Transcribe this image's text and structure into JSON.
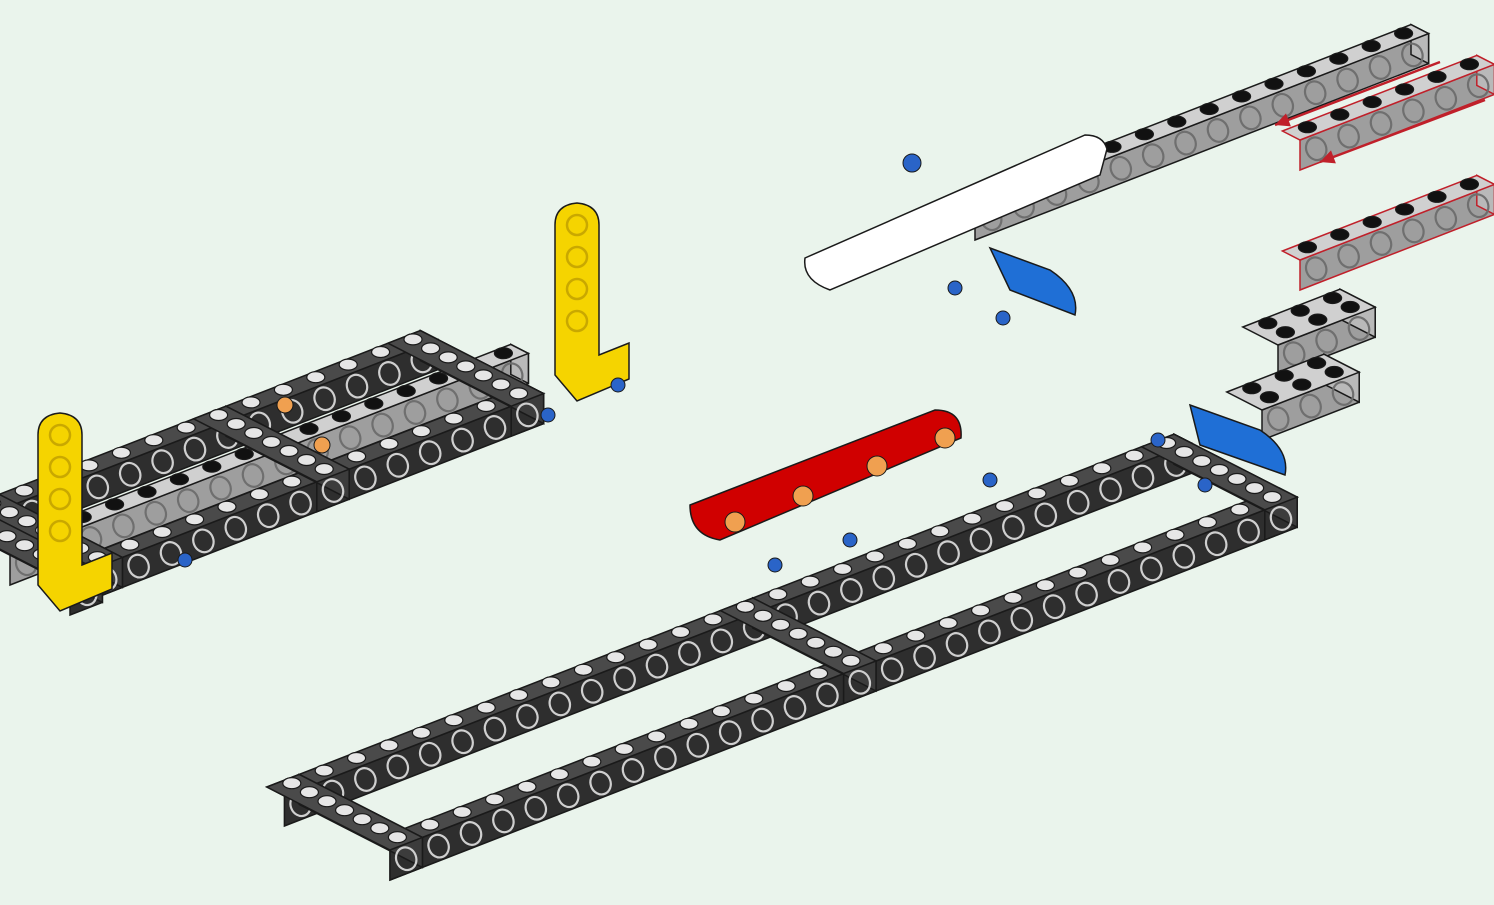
{
  "colors": {
    "background": "#eaf4ec",
    "dark_brick": "#3c3c3c",
    "dark_brick_top": "#4a4a4a",
    "dark_brick_front": "#2e2e2e",
    "light_brick": "#b9b9b9",
    "light_brick_top": "#d0d0d0",
    "light_brick_front": "#9e9e9e",
    "outline": "#1a1a1a",
    "hole": "#cfcfcf",
    "stud_light": "#e6e6e6",
    "stud_dark": "#111111",
    "yellow_part": "#f5d400",
    "red_part": "#d00000",
    "blue_part": "#1f6fd6",
    "white_part": "#ffffff",
    "orange_pin": "#f0a050",
    "pin_blue": "#2a64c8",
    "highlight_outline": "#c0202a",
    "arrow": "#c0202a"
  },
  "parts": [
    {
      "name": "light-gray-beam-1x7",
      "color": "light_brick",
      "role": "incoming"
    },
    {
      "name": "light-gray-beam-1x7",
      "color": "light_brick",
      "role": "incoming"
    },
    {
      "name": "dark-gray-frame",
      "color": "dark_brick",
      "role": "assembly"
    },
    {
      "name": "yellow-l-liftarm",
      "color": "yellow_part",
      "role": "assembly"
    },
    {
      "name": "red-liftarm",
      "color": "red_part",
      "role": "assembly"
    },
    {
      "name": "blue-axle-pin",
      "color": "blue_part",
      "role": "assembly"
    },
    {
      "name": "white-liftarm",
      "color": "white_part",
      "role": "assembly"
    }
  ],
  "arrows_count": 2
}
